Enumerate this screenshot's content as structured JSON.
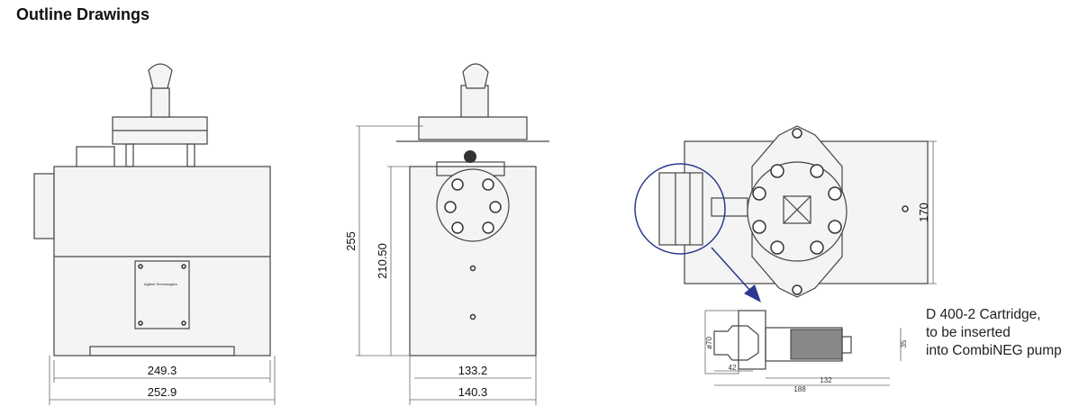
{
  "title": "Outline Drawings",
  "front_view": {
    "dim_inner": "249.3",
    "dim_outer": "252.9",
    "plate_logo": "Agilent Technologies"
  },
  "side_view": {
    "dim_height": "255",
    "dim_body_height": "210.50",
    "dim_inner": "133.2",
    "dim_outer": "140.3"
  },
  "top_view": {
    "dim_depth": "170"
  },
  "cartridge": {
    "dim_diameter": "ø70",
    "dim_height": "35",
    "dim_a": "42",
    "dim_b": "132",
    "dim_total": "188",
    "caption": [
      "D 400-2 Cartridge,",
      "to be inserted",
      "into CombiNEG pump"
    ]
  },
  "colors": {
    "callout": "#2b3990"
  }
}
